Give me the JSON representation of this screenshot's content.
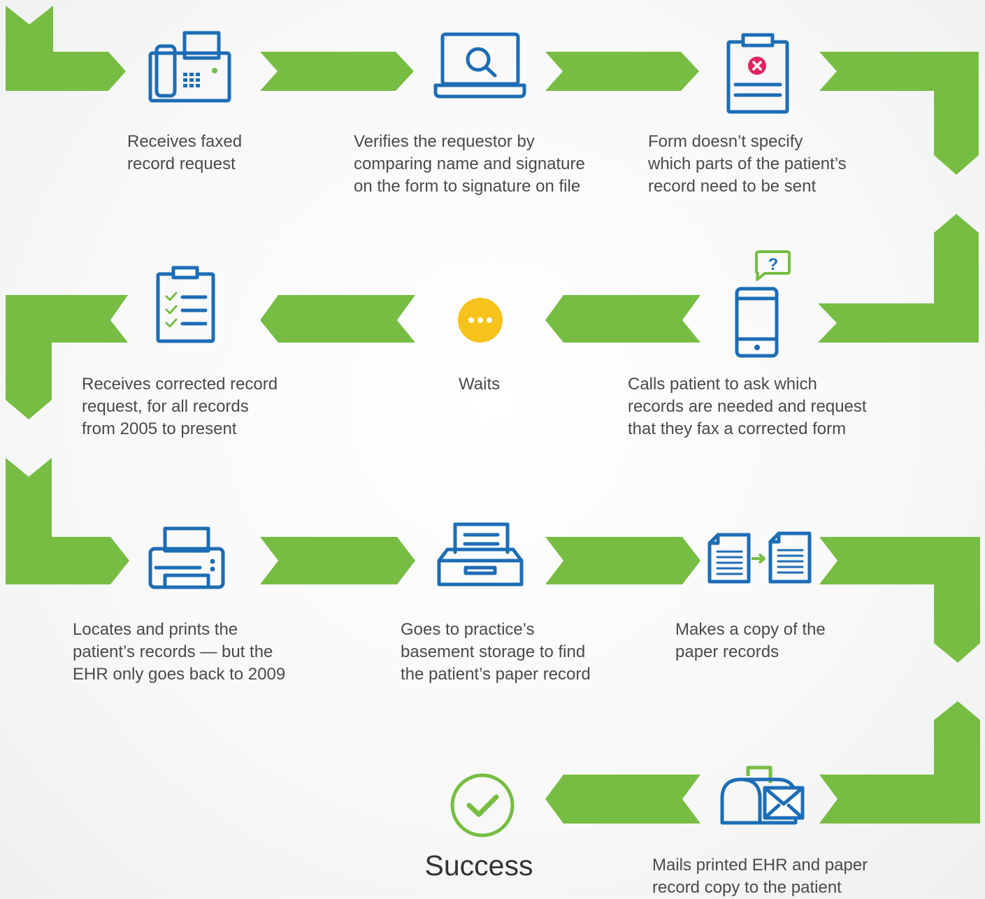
{
  "colors": {
    "arrow": "#77bd43",
    "icon": "#1d6db5",
    "alert": "#e0245e",
    "wait": "#f6c21c",
    "success": "#77bd43",
    "text": "#4a4a4a"
  },
  "steps": [
    {
      "id": "fax",
      "icon": "fax-machine-icon",
      "text": "Receives faxed\nrecord request"
    },
    {
      "id": "verify",
      "icon": "laptop-search-icon",
      "text": "Verifies the requestor by\ncomparing name and signature\non the form to signature on file"
    },
    {
      "id": "form-issue",
      "icon": "clipboard-error-icon",
      "text": "Form doesn’t specify\nwhich parts of the patient’s\nrecord need to be sent"
    },
    {
      "id": "call",
      "icon": "phone-question-icon",
      "text": "Calls patient to ask which\nrecords are needed and request\nthat they fax a corrected form"
    },
    {
      "id": "wait",
      "icon": "waiting-dots-icon",
      "text": "Waits"
    },
    {
      "id": "corrected",
      "icon": "checklist-clipboard-icon",
      "text": "Receives corrected record\nrequest, for all records\nfrom 2005 to present"
    },
    {
      "id": "print",
      "icon": "printer-icon",
      "text": "Locates and prints the\npatient’s records — but the\nEHR only goes back to 2009"
    },
    {
      "id": "storage",
      "icon": "file-box-icon",
      "text": "Goes to practice’s\nbasement storage to find\nthe patient’s paper record"
    },
    {
      "id": "copy",
      "icon": "document-copy-icon",
      "text": "Makes a copy of the\npaper records"
    },
    {
      "id": "mail",
      "icon": "mailbox-icon",
      "text": "Mails printed EHR and paper\nrecord copy to the patient"
    }
  ],
  "final": {
    "icon": "success-check-icon",
    "text": "Success"
  }
}
